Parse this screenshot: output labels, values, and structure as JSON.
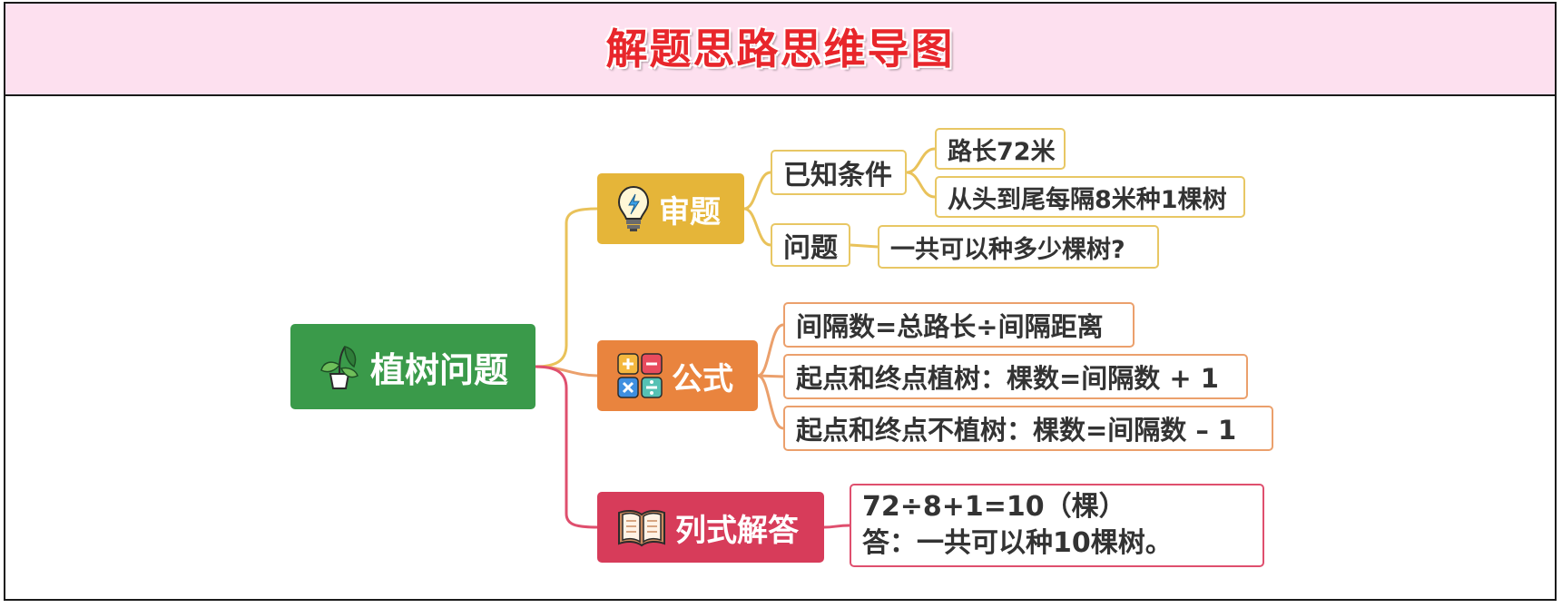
{
  "title": "解题思路思维导图",
  "root": {
    "label": "植树问题",
    "icon": "potted-plant-icon"
  },
  "branches": {
    "shenti": {
      "label": "审题",
      "icon": "lightbulb-icon",
      "known_label": "已知条件",
      "known": [
        "路长72米",
        "从头到尾每隔8米种1棵树"
      ],
      "question_label": "问题",
      "question": "一共可以种多少棵树?"
    },
    "gongshi": {
      "label": "公式",
      "icon": "calculator-icon",
      "formulas": [
        "间隔数=总路长÷间隔距离",
        "起点和终点植树：棵数=间隔数 + 1",
        "起点和终点不植树：棵数=间隔数 – 1"
      ]
    },
    "lieshi": {
      "label": "列式解答",
      "icon": "open-book-icon",
      "lines": [
        "72÷8+1=10（棵）",
        "答：一共可以种10棵树。"
      ]
    }
  },
  "colors": {
    "root": "#3a9a4a",
    "shenti": "#e5b539",
    "gongshi": "#e9843e",
    "lieshi": "#d73c5a",
    "title": "#e8262b",
    "header_bg": "#fde0ef"
  }
}
